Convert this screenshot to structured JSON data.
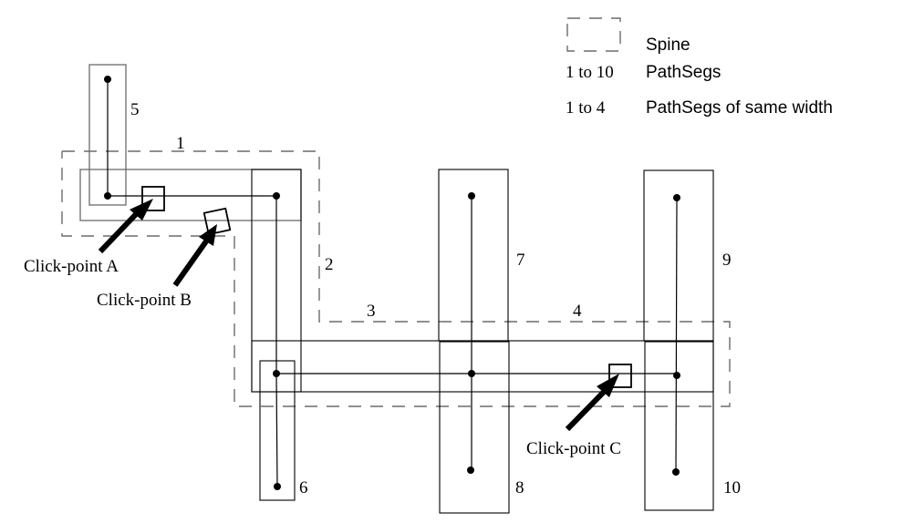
{
  "legend": {
    "spine_label": "Spine",
    "pathsegs_range": "1 to 10",
    "pathsegs_label": "PathSegs",
    "same_width_range": "1 to 4",
    "same_width_label": "PathSegs of same width"
  },
  "segment_labels": {
    "s1": "1",
    "s2": "2",
    "s3": "3",
    "s4": "4",
    "s5": "5",
    "s6": "6",
    "s7": "7",
    "s8": "8",
    "s9": "9",
    "s10": "10"
  },
  "click_points": {
    "a": "Click-point A",
    "b": "Click-point B",
    "c": "Click-point C"
  },
  "colors": {
    "spine": "#6b6b6b",
    "outline": "#000000"
  }
}
